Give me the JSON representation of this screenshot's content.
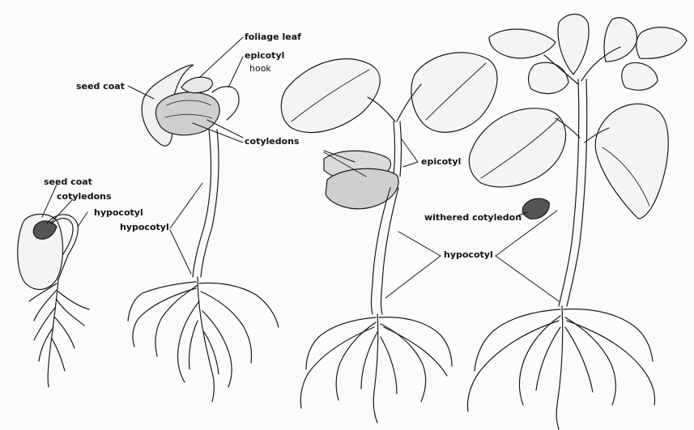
{
  "labels": {
    "stage1": {
      "seed_coat": "seed coat",
      "cotyledons": "cotyledons",
      "hypocotyl": "hypocotyl"
    },
    "stage2": {
      "seed_coat": "seed coat",
      "foliage_leaf": "foliage leaf",
      "epicotyl": "epicotyl",
      "hook": "hook",
      "cotyledons": "cotyledons",
      "hypocotyl": "hypocotyl"
    },
    "stage3": {
      "epicotyl": "epicotyl",
      "hypocotyl": "hypocotyl"
    },
    "stage4": {
      "withered_cotyledon": "withered cotyledon"
    }
  },
  "colors": {
    "background": "#fbfbfa",
    "ink": "#1a1a1a",
    "cotyledon_fill": "#cfcfcf",
    "leaf_fill": "#f4f4f2"
  }
}
